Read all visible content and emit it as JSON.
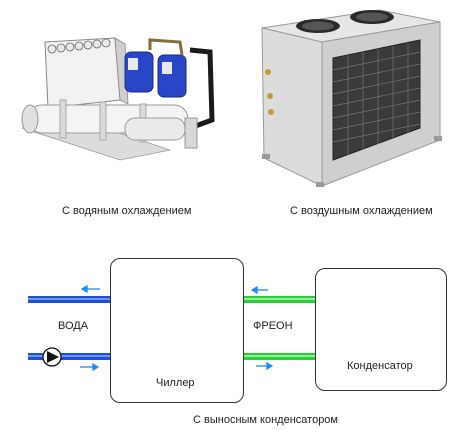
{
  "top": {
    "water_cooled_caption": "С водяным охлаждением",
    "air_cooled_caption": "С воздушным охлаждением"
  },
  "diagram": {
    "water_label": "ВОДА",
    "freon_label": "ФРЕОН",
    "chiller_label": "Чиллер",
    "condenser_label": "Конденсатор",
    "remote_caption": "С выносным конденсатором",
    "colors": {
      "water_pipe": "#1e4fd8",
      "freon_pipe": "#2fcc3a",
      "arrow": "#1e8bff",
      "border": "#333333"
    }
  }
}
